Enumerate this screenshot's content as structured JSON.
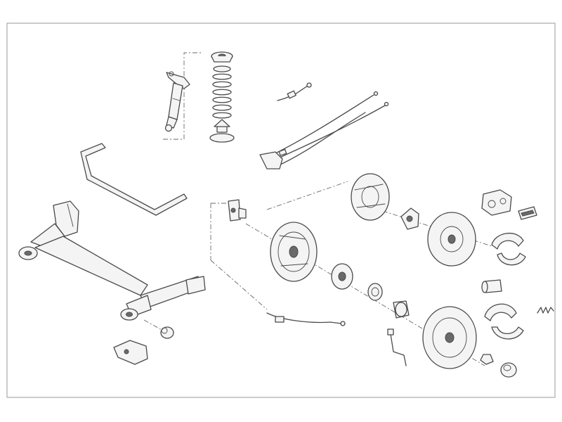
{
  "diagram": {
    "parts": [
      {
        "name": "shock-absorber"
      },
      {
        "name": "coil-spring-assembly"
      },
      {
        "name": "handbrake-cable"
      },
      {
        "name": "stabilizer-bar"
      },
      {
        "name": "rear-axle-beam"
      },
      {
        "name": "axle-bushing"
      },
      {
        "name": "mounting-bracket"
      },
      {
        "name": "stub-axle"
      },
      {
        "name": "dust-shield"
      },
      {
        "name": "wheel-hub"
      },
      {
        "name": "brake-disc"
      },
      {
        "name": "brake-caliper"
      },
      {
        "name": "brake-pads"
      },
      {
        "name": "brake-backing-plate"
      },
      {
        "name": "abs-ring"
      },
      {
        "name": "wheel-bearing"
      },
      {
        "name": "hub-nut-flange"
      },
      {
        "name": "brake-drum"
      },
      {
        "name": "brake-shoes"
      },
      {
        "name": "wheel-cylinder"
      },
      {
        "name": "return-spring"
      },
      {
        "name": "brake-hose"
      },
      {
        "name": "brake-pipe"
      },
      {
        "name": "hub-nut"
      },
      {
        "name": "grease-cap"
      }
    ]
  },
  "colors": {
    "line": "#4a4a4a",
    "fill": "#f4f4f4",
    "frame": "#9a9a9a"
  }
}
